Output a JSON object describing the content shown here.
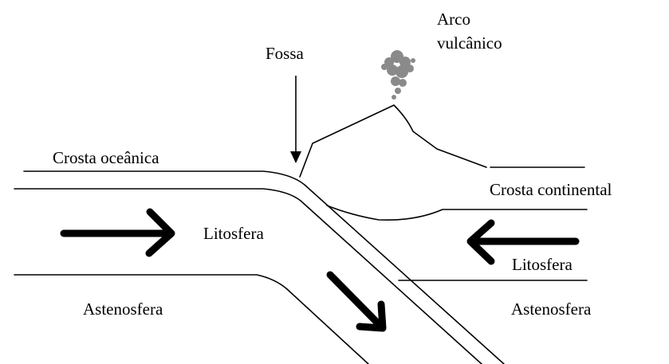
{
  "labels": {
    "arco_line1": "Arco",
    "arco_line2": "vulcânico",
    "fossa": "Fossa",
    "crosta_oceanica": "Crosta oceânica",
    "crosta_continental": "Crosta continental",
    "litosfera_left": "Litosfera",
    "litosfera_right": "Litosfera",
    "astenosfera_left": "Astenosfera",
    "astenosfera_right": "Astenosfera"
  },
  "colors": {
    "line": "#000000",
    "ash": "#8a8a8a"
  },
  "icons": {
    "plate_motion_left": "arrow-right-icon",
    "plate_motion_right": "arrow-left-icon",
    "subduction": "arrow-down-right-icon",
    "fossa_pointer": "arrow-down-icon",
    "eruption": "ash-cloud-icon"
  }
}
